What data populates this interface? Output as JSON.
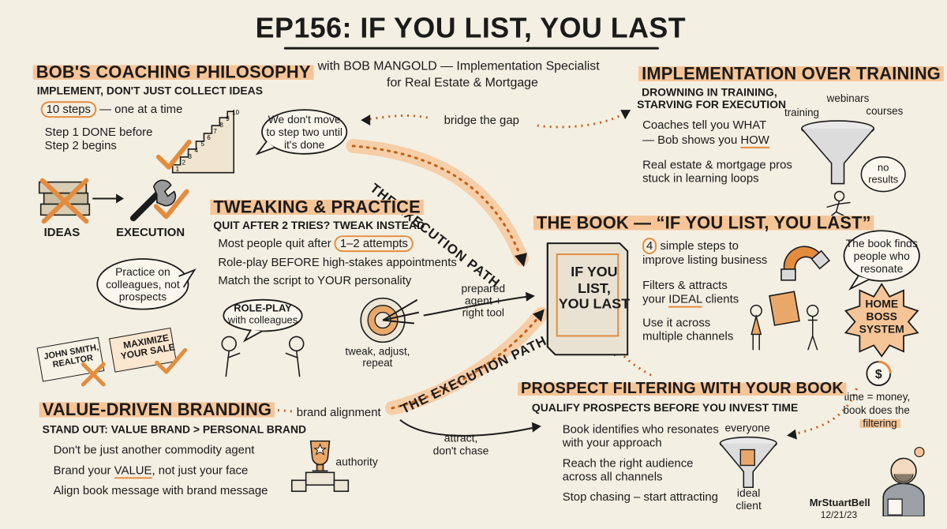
{
  "title": "EP156: IF YOU LIST, YOU LAST",
  "subtitle_line1": "with BOB MANGOLD — Implementation Specialist",
  "subtitle_line2": "for Real Estate & Mortgage",
  "path_labels": [
    "THE EXECUTION PATH",
    "THE EXECUTION PATH"
  ],
  "connectors": {
    "bridge": "bridge the gap",
    "prepared": "prepared\nagent +\nright tool",
    "brand_alignment": "brand alignment",
    "attract": "attract,\ndon't chase"
  },
  "coaching": {
    "heading": "BOB'S COACHING PHILOSOPHY",
    "subheading": "IMPLEMENT, DON'T JUST COLLECT IDEAS",
    "steps_badge": "10 steps",
    "steps_rest": "— one at a time",
    "step_rule_1": "Step 1 DONE before",
    "step_rule_2": "Step 2 begins",
    "bubble": "We don't move to step two until it's done",
    "stair_numbers": [
      "10",
      "9",
      "8",
      "7",
      "6",
      "5",
      "4",
      "3",
      "2",
      "1"
    ],
    "ideas_label": "IDEAS",
    "execution_label": "EXECUTION"
  },
  "implementation": {
    "heading": "IMPLEMENTATION OVER TRAINING",
    "sub1": "DROWNING IN TRAINING,",
    "sub2": "STARVING FOR EXECUTION",
    "line1": "Coaches tell you WHAT",
    "line2a": "— Bob shows you ",
    "line2b": "HOW",
    "line3": "Real estate & mortgage pros",
    "line4": "stuck in learning loops",
    "funnel_in": [
      "training",
      "webinars",
      "courses"
    ],
    "bubble": "no results"
  },
  "tweaking": {
    "heading": "TWEAKING & PRACTICE",
    "subheading": "QUIT AFTER 2 TRIES? TWEAK INSTEAD",
    "line1a": "Most people quit after ",
    "line1b": "1–2 attempts",
    "line2": "Role-play BEFORE high-stakes appointments",
    "line3": "Match the script to YOUR personality",
    "bubble_practice": "Practice on colleagues, not prospects",
    "bubble_roleplay_1": "ROLE-PLAY",
    "bubble_roleplay_2": "with colleagues",
    "target_caption": "tweak, adjust,\nrepeat",
    "card1": "JOHN SMITH,\nREALTOR",
    "card2": "MAXIMIZE\nYOUR SALE"
  },
  "book": {
    "heading": "THE BOOK — “IF YOU LIST, YOU LAST”",
    "cover": "IF YOU\nLIST,\nYOU LAST",
    "line1a": "4",
    "line1b": " simple steps to",
    "line2": "improve listing business",
    "line3": "Filters & attracts",
    "line4a": "your ",
    "line4b": "IDEAL",
    "line4c": " clients",
    "line5": "Use it across",
    "line6": "multiple channels",
    "bubble": "The book finds people who resonate",
    "badge": "HOME\nBOSS\nSYSTEM",
    "money_1": "time = money,",
    "money_2": "book does the",
    "money_3": "filtering"
  },
  "branding": {
    "heading": "VALUE-DRIVEN BRANDING",
    "subheading": "STAND OUT: VALUE BRAND > PERSONAL BRAND",
    "line1": "Don't be just another commodity agent",
    "line2a": "Brand your ",
    "line2b": "VALUE",
    "line2c": ", not just your face",
    "line3": "Align book message with brand message",
    "trophy_caption": "authority"
  },
  "prospect": {
    "heading": "PROSPECT FILTERING WITH YOUR BOOK",
    "subheading": "QUALIFY PROSPECTS BEFORE YOU INVEST TIME",
    "line1": "Book identifies who resonates",
    "line2": "with your approach",
    "line3": "Reach the right audience",
    "line4": "across all channels",
    "line5": "Stop chasing – start attracting",
    "funnel_top": "everyone",
    "funnel_bottom": "ideal\nclient"
  },
  "signature": {
    "name": "MrStuartBell",
    "date": "12/21/23"
  },
  "colors": {
    "background": "#f4efe3",
    "highlight": "#f6c597",
    "accent": "#e48c3e",
    "ink": "#1b1b1b"
  }
}
